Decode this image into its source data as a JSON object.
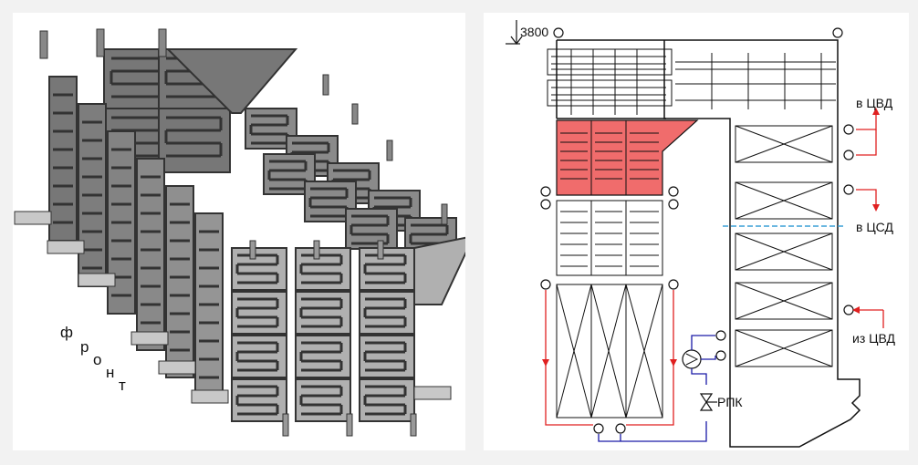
{
  "left_figure": {
    "front_letters": [
      "ф",
      "р",
      "о",
      "н",
      "т"
    ]
  },
  "right_figure": {
    "elevation_mark": "3800",
    "labels": {
      "out_hp": "в ЦВД",
      "out_ip": "в ЦСД",
      "in_hp": "из ЦВД",
      "valve": "РПК"
    },
    "colors": {
      "highlight_fill": "#f06c6c",
      "hot_line": "#e02020",
      "cold_line": "#1a1aa8",
      "level_line": "#3a9fd6"
    }
  }
}
